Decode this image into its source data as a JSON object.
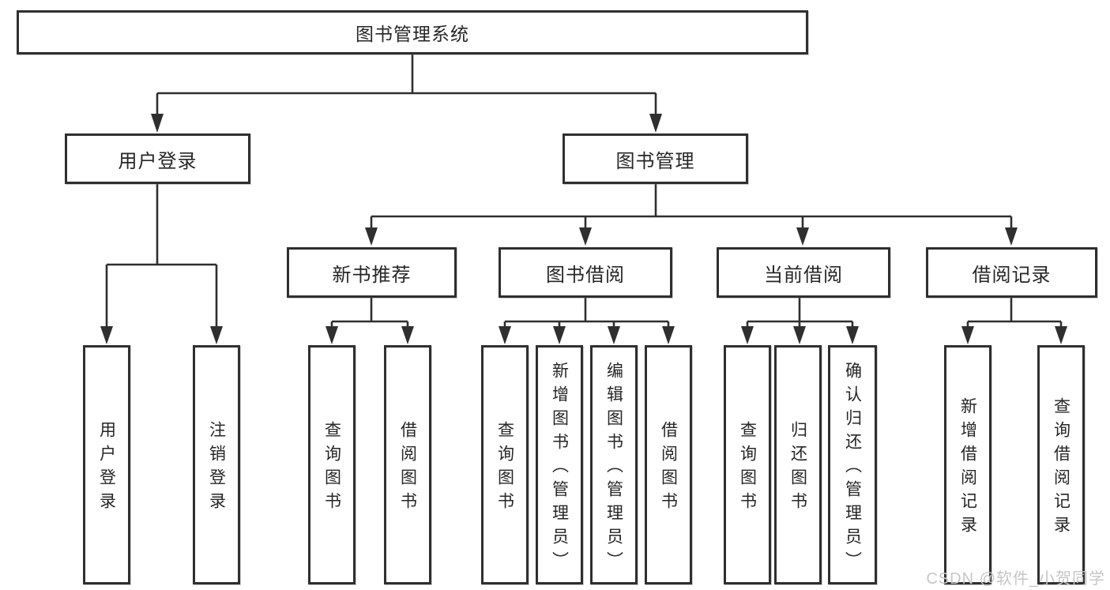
{
  "diagram": {
    "root": {
      "label": "图书管理系统"
    },
    "level2": [
      {
        "label": "用户登录",
        "children": [
          "用户登录",
          "注销登录"
        ]
      },
      {
        "label": "图书管理"
      }
    ],
    "level3": [
      {
        "label": "新书推荐",
        "children": [
          "查询图书",
          "借阅图书"
        ]
      },
      {
        "label": "图书借阅",
        "children": [
          "查询图书",
          "新增图书（管理员）",
          "编辑图书（管理员）",
          "借阅图书"
        ]
      },
      {
        "label": "当前借阅",
        "children": [
          "查询图书",
          "归还图书",
          "确认归还（管理员）"
        ]
      },
      {
        "label": "借阅记录",
        "children": [
          "新增借阅记录",
          "查询借阅记录"
        ]
      }
    ],
    "watermark": "CSDN @软件_小贺同学",
    "colors": {
      "line": "#2f2f2f",
      "text": "#262626",
      "watermark": "#c6c6c6",
      "background": "#ffffff"
    }
  }
}
